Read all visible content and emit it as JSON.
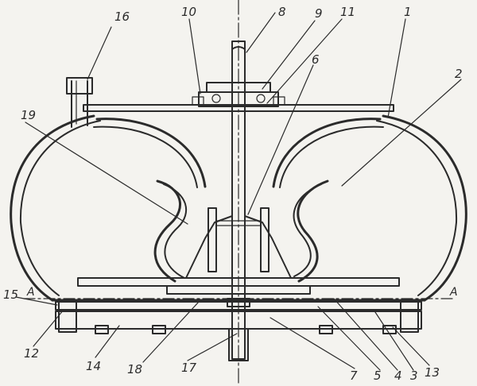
{
  "drawing": {
    "section_marks": [
      "A",
      "A"
    ],
    "part_labels": [
      "16",
      "10",
      "8",
      "9",
      "11",
      "1",
      "6",
      "2",
      "19",
      "15",
      "12",
      "14",
      "18",
      "17",
      "7",
      "5",
      "4",
      "3",
      "13"
    ]
  },
  "colors": {
    "paper": "#f4f3ef",
    "ink": "#2b2b2b"
  }
}
